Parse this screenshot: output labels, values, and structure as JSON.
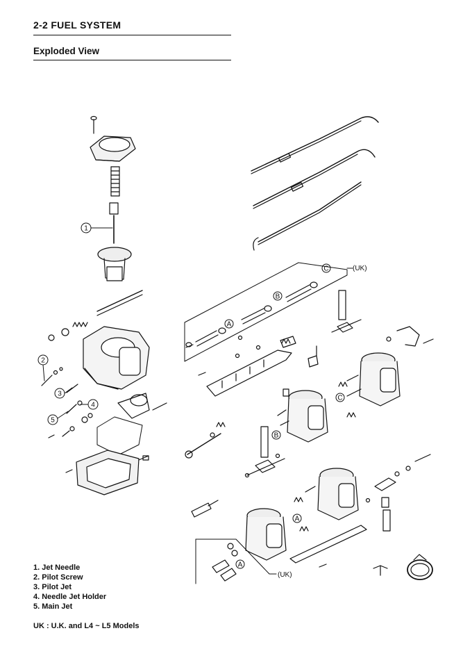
{
  "header": {
    "page_title": "2-2  FUEL SYSTEM",
    "section_title": "Exploded View"
  },
  "callouts": {
    "n1": "1",
    "n2": "2",
    "n3": "3",
    "n4": "4",
    "n5": "5",
    "a1": "A",
    "a2": "A",
    "a3": "A",
    "b1": "B",
    "b2": "B",
    "c1": "C",
    "c2": "C",
    "uk_top": "(UK)",
    "uk_bottom": "(UK)"
  },
  "legend": [
    "1. Jet Needle",
    "2. Pilot Screw",
    "3. Pilot Jet",
    "4. Needle Jet Holder",
    "5. Main Jet"
  ],
  "footnote": "UK : U.K. and L4 ~ L5 Models"
}
